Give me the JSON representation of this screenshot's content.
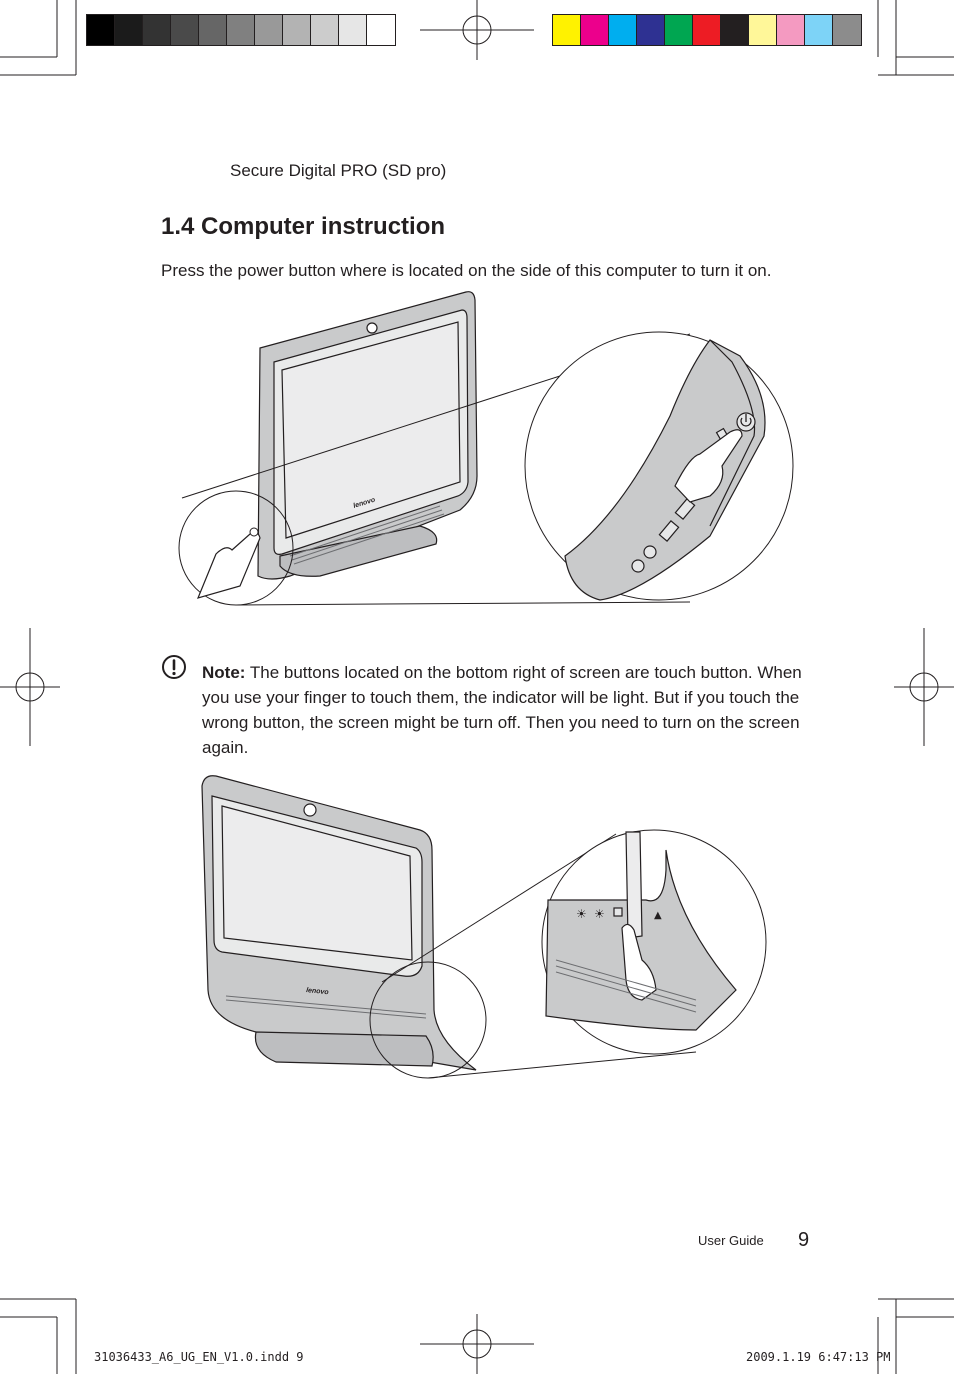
{
  "colors": {
    "grayscale": [
      "#000000",
      "#1b1b1b",
      "#333333",
      "#4a4a4a",
      "#666666",
      "#808080",
      "#999999",
      "#b3b3b3",
      "#cccccc",
      "#e6e6e6",
      "#ffffff"
    ],
    "process": [
      "#fff200",
      "#ec008c",
      "#00aeef",
      "#2e3192",
      "#00a651",
      "#ed1c24",
      "#231f20",
      "#fff799",
      "#f49ac1",
      "#7dd3f7",
      "#8c8c8c"
    ]
  },
  "page": {
    "list_item": "Secure Digital PRO (SD pro)",
    "section_title": "1.4 Computer instruction",
    "intro": "Press the power button where is located on the side of this computer to turn it on.",
    "note_label": "Note:",
    "note_text": " The buttons located on the bottom right of screen are touch button. When you use your finger to touch them, the indicator will be light. But if you touch the wrong button, the screen might be turn off. Then you need to turn on the screen again.",
    "brand": "lenovo",
    "footer_label": "User Guide",
    "page_number": "9"
  },
  "slug": {
    "filename": "31036433_A6_UG_EN_V1.0.indd   9",
    "timestamp": "2009.1.19   6:47:13 PM"
  },
  "icons": {
    "note": "exclamation-circle-icon",
    "power": "power-icon",
    "eject": "eject-icon"
  }
}
